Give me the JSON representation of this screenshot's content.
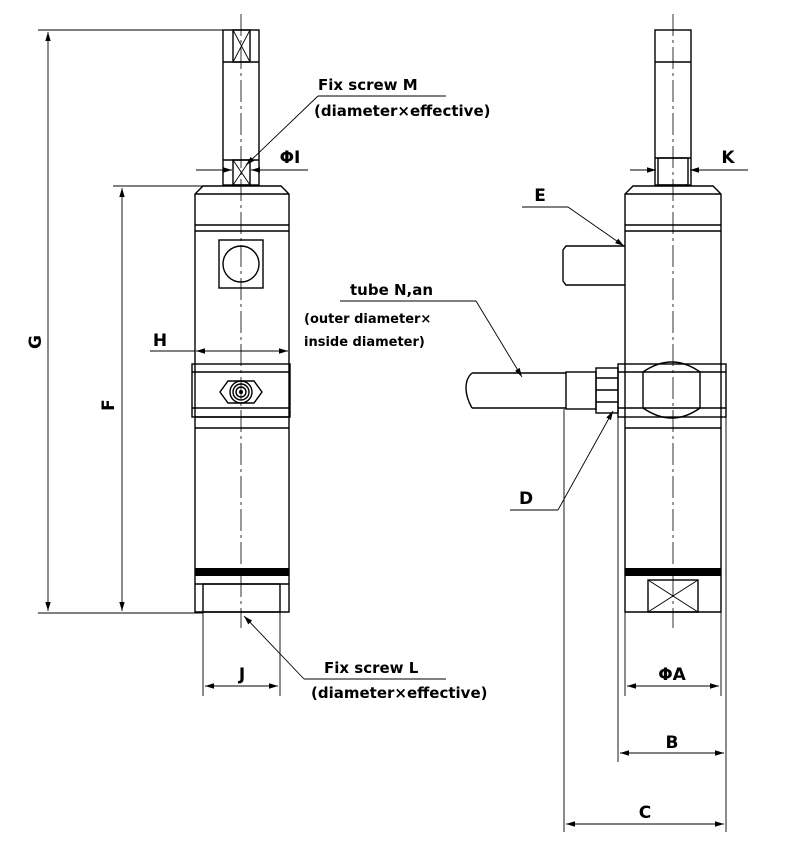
{
  "labels": {
    "fix_screw_m_title": "Fix screw M",
    "fix_screw_m_sub": "(diameter×effective)",
    "phi_i": "ΦI",
    "k": "K",
    "e": "E",
    "g": "G",
    "f": "F",
    "h": "H",
    "tube_title": "tube N,an",
    "tube_sub1": "(outer diameter×",
    "tube_sub2": "inside diameter)",
    "d": "D",
    "j": "J",
    "fix_screw_l_title": "Fix screw L",
    "fix_screw_l_sub": "(diameter×effective)",
    "phi_a": "ΦA",
    "b": "B",
    "c": "C"
  }
}
